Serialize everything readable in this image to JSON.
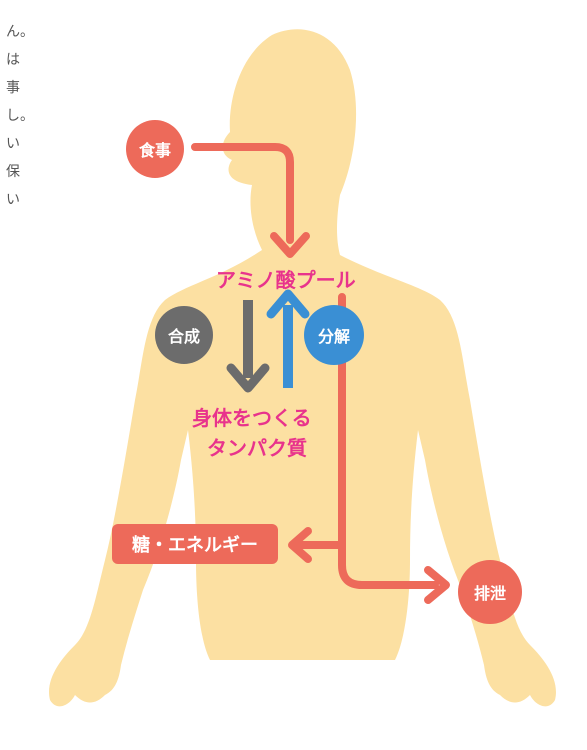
{
  "nodes": {
    "meal": "食事",
    "amino_pool": "アミノ酸プール",
    "synthesis": "合成",
    "degradation": "分解",
    "body_protein_line1": "身体をつくる",
    "body_protein_line2": "タンパク質",
    "sugar_energy": "糖・エネルギー",
    "excretion": "排泄"
  },
  "colors": {
    "body": "#fce0a2",
    "salmon": "#ed6a5a",
    "pink": "#e8338c",
    "gray": "#6c6c6c",
    "blue": "#3a8fd4"
  },
  "partial_text": {
    "left_edge": "ん。は事し。い保い"
  }
}
